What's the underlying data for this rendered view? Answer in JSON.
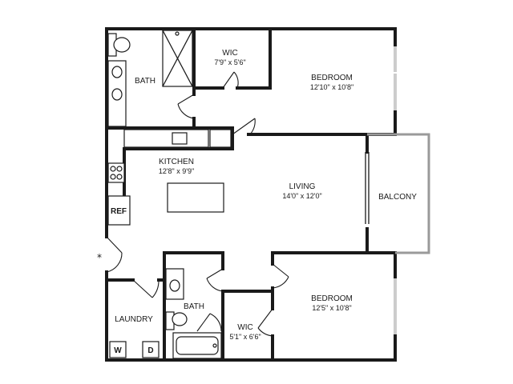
{
  "rooms": {
    "bath_top": {
      "name": "BATH"
    },
    "wic_top": {
      "name": "WIC",
      "size": "7'9\" x 5'6\""
    },
    "bedroom_top": {
      "name": "BEDROOM",
      "size": "12'10\" x 10'8\""
    },
    "kitchen": {
      "name": "KITCHEN",
      "size": "12'8\" x 9'9\""
    },
    "living": {
      "name": "LIVING",
      "size": "14'0\" x 12'0\""
    },
    "balcony": {
      "name": "BALCONY"
    },
    "laundry": {
      "name": "LAUNDRY"
    },
    "bath_bottom": {
      "name": "BATH"
    },
    "wic_bottom": {
      "name": "WIC",
      "size": "5'1\" x 6'6\""
    },
    "bedroom_bottom": {
      "name": "BEDROOM",
      "size": "12'5\" x 10'8\""
    }
  },
  "appliances": {
    "ref": "REF",
    "washer": "W",
    "dryer": "D"
  },
  "entry_marker": "*",
  "colors": {
    "wall": "#1a1a1a",
    "balcony_rail": "#9a9a9a",
    "background": "#ffffff"
  }
}
